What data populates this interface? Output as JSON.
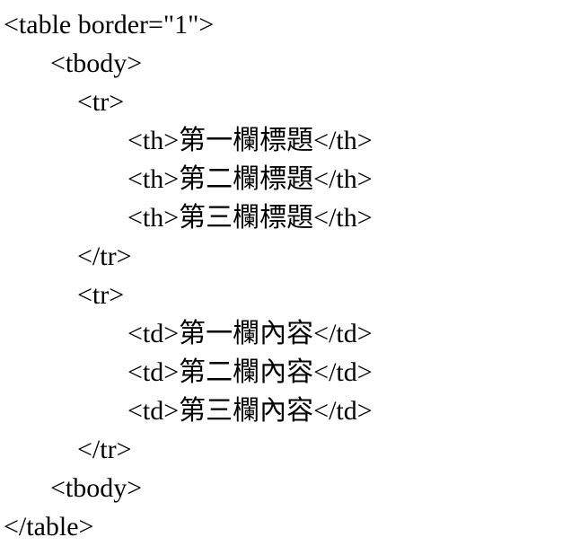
{
  "document": {
    "kind": "code-listing",
    "language": "html",
    "code": {
      "lines": [
        {
          "indent": 0,
          "text": "<table border=\"1\">"
        },
        {
          "indent": 1,
          "text": "<tbody>"
        },
        {
          "indent": 2,
          "text": "<tr>"
        },
        {
          "indent": 3,
          "text": "<th>第一欄標題</th>"
        },
        {
          "indent": 3,
          "text": "<th>第二欄標題</th>"
        },
        {
          "indent": 3,
          "text": "<th>第三欄標題</th>"
        },
        {
          "indent": 2,
          "text": "</tr>"
        },
        {
          "indent": 2,
          "text": "<tr>"
        },
        {
          "indent": 3,
          "text": "<td>第一欄內容</td>"
        },
        {
          "indent": 3,
          "text": "<td>第二欄內容</td>"
        },
        {
          "indent": 3,
          "text": "<td>第三欄內容</td>"
        },
        {
          "indent": 2,
          "text": "</tr>"
        },
        {
          "indent": 1,
          "text": "<tbody>"
        },
        {
          "indent": 0,
          "text": "</table>"
        }
      ]
    },
    "colors": {
      "text": "#000000",
      "background": "#ffffff"
    }
  }
}
